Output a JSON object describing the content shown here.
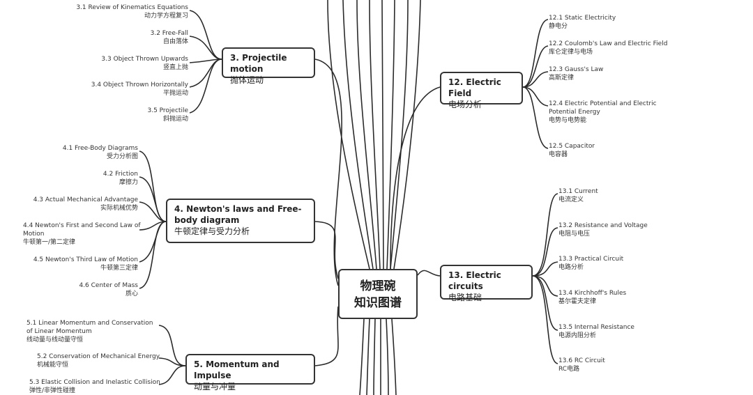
{
  "center": {
    "line1": "物理碗",
    "line2": "知识图谱"
  },
  "topics": {
    "t3": {
      "en": "3. Projectile motion",
      "zh": "抛体运动"
    },
    "t4": {
      "en": "4. Newton's laws and Free-body diagram",
      "zh": "牛顿定律与受力分析"
    },
    "t5": {
      "en": "5. Momentum and Impulse",
      "zh": "动量与冲量"
    },
    "t12": {
      "en": "12. Electric Field",
      "zh": "电场分析"
    },
    "t13": {
      "en": "13. Electric circuits",
      "zh": "电路基础"
    }
  },
  "leaves": {
    "t3": [
      {
        "en": "3.1 Review of Kinematics Equations",
        "zh": "动力学方程复习"
      },
      {
        "en": "3.2 Free-Fall",
        "zh": "自由落体"
      },
      {
        "en": "3.3 Object Thrown Upwards",
        "zh": "竖直上抛"
      },
      {
        "en": "3.4 Object Thrown Horizontally",
        "zh": "平抛运动"
      },
      {
        "en": "3.5 Projectile",
        "zh": "斜抛运动"
      }
    ],
    "t4": [
      {
        "en": "4.1 Free-Body Diagrams",
        "zh": "受力分析图"
      },
      {
        "en": "4.2 Friction",
        "zh": "摩擦力"
      },
      {
        "en": "4.3 Actual Mechanical Advantage",
        "zh": "实际机械优势"
      },
      {
        "en": "4.4 Newton's First and Second Law of Motion",
        "zh": "牛顿第一/第二定律"
      },
      {
        "en": "4.5 Newton's Third Law of Motion",
        "zh": "牛顿第三定律"
      },
      {
        "en": "4.6 Center of Mass",
        "zh": "质心"
      }
    ],
    "t5": [
      {
        "en": "5.1 Linear Momentum and Conservation of Linear Momentum",
        "zh": "线动量与线动量守恒"
      },
      {
        "en": "5.2 Conservation of Mechanical Energy",
        "zh": "机械能守恒"
      },
      {
        "en": "5.3 Elastic Collision and Inelastic Collision",
        "zh": "弹性/非弹性碰撞"
      }
    ],
    "t12": [
      {
        "en": "12.1 Static Electricity",
        "zh": "静电分"
      },
      {
        "en": "12.2 Coulomb's Law and Electric Field",
        "zh": "库仑定律与电场"
      },
      {
        "en": "12.3 Gauss's Law",
        "zh": "高斯定律"
      },
      {
        "en": "12.4 Electric Potential and Electric Potential Energy",
        "zh": "电势与电势能"
      },
      {
        "en": "12.5 Capacitor",
        "zh": "电容器"
      }
    ],
    "t13": [
      {
        "en": "13.1 Current",
        "zh": "电流定义"
      },
      {
        "en": "13.2 Resistance and Voltage",
        "zh": "电阻与电压"
      },
      {
        "en": "13.3 Practical Circuit",
        "zh": "电路分析"
      },
      {
        "en": "13.4 Kirchhoff's Rules",
        "zh": "基尔霍夫定律"
      },
      {
        "en": "13.5 Internal Resistance",
        "zh": "电源内阻分析"
      },
      {
        "en": "13.6 RC Circuit",
        "zh": "RC电路"
      }
    ]
  }
}
